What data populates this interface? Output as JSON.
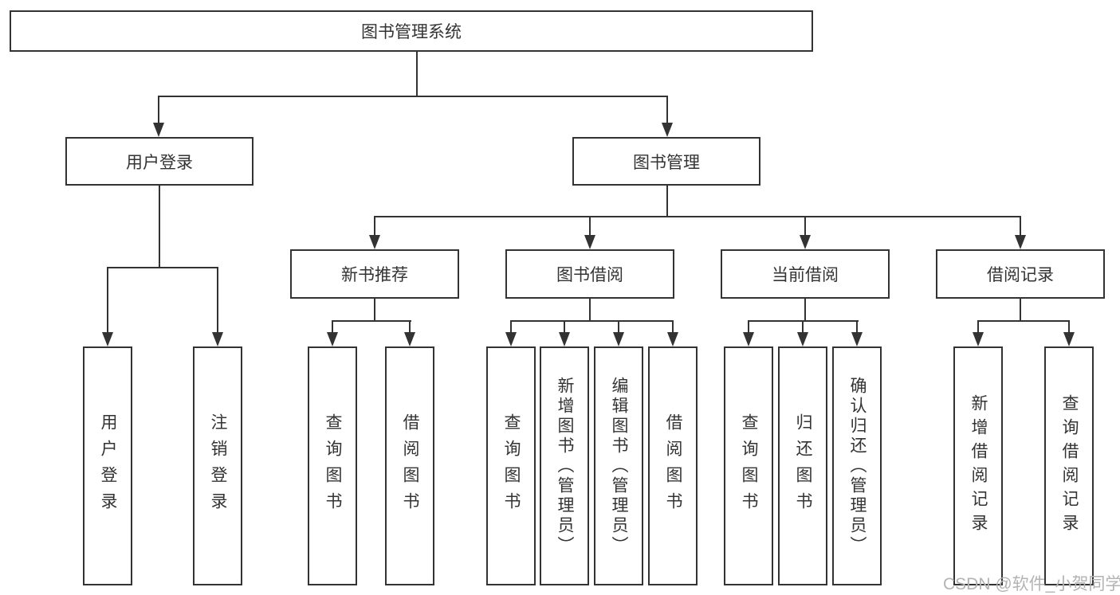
{
  "diagram_type": "tree",
  "tree": {
    "label": "图书管理系统",
    "children": [
      {
        "label": "用户登录",
        "children": [
          {
            "label": "用户登录"
          },
          {
            "label": "注销登录"
          }
        ]
      },
      {
        "label": "图书管理",
        "children": [
          {
            "label": "新书推荐",
            "children": [
              {
                "label": "查询图书"
              },
              {
                "label": "借阅图书"
              }
            ]
          },
          {
            "label": "图书借阅",
            "children": [
              {
                "label": "查询图书"
              },
              {
                "label": "新增图书（管理员）"
              },
              {
                "label": "编辑图书（管理员）"
              },
              {
                "label": "借阅图书"
              }
            ]
          },
          {
            "label": "当前借阅",
            "children": [
              {
                "label": "查询图书"
              },
              {
                "label": "归还图书"
              },
              {
                "label": "确认归还（管理员）"
              }
            ]
          },
          {
            "label": "借阅记录",
            "children": [
              {
                "label": "新增借阅记录"
              },
              {
                "label": "查询借阅记录"
              }
            ]
          }
        ]
      }
    ]
  },
  "watermark": {
    "text": "CSDN @软件_小贺同学"
  },
  "colors": {
    "line": "#333333",
    "box_border": "#333333",
    "text": "#333333",
    "background": "#ffffff",
    "watermark": "#b3b3b3"
  }
}
